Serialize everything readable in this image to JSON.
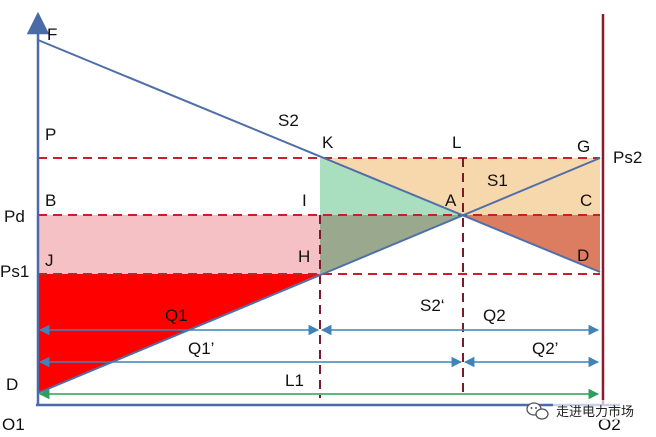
{
  "colors": {
    "axis": "#4a6aa8",
    "right_axis": "#8b1a2e",
    "curve": "#4f6fa8",
    "dashed_red": "#c8202a",
    "dashed_maroon": "#7a1b2c",
    "arrow_blue": "#3f83b8",
    "arrow_green": "#2e9e5c",
    "fill_red": "#ff0000",
    "fill_pink": "#f6c1c4",
    "fill_green": "#a9dfbf",
    "fill_olive": "#9aa88d",
    "fill_peach": "#f7d8ac",
    "fill_brown": "#dc7d61"
  },
  "labels": {
    "F": "F",
    "P": "P",
    "S2": "S2",
    "K": "K",
    "L": "L",
    "G": "G",
    "Ps2": "Ps2",
    "S1": "S1",
    "Pd": "Pd",
    "B": "B",
    "I": "I",
    "A": "A",
    "C": "C",
    "Ps1": "Ps1",
    "J": "J",
    "H": "H",
    "D_right": "D",
    "S2prime": "S2‘",
    "Q1": "Q1",
    "Q2": "Q2",
    "Q1prime": "Q1’",
    "Q2prime": "Q2’",
    "L1": "L1",
    "D_left": "D",
    "O1": "O1",
    "O2": "O2"
  },
  "watermark": {
    "icon": "wechat-icon",
    "text": "走进电力市场"
  }
}
